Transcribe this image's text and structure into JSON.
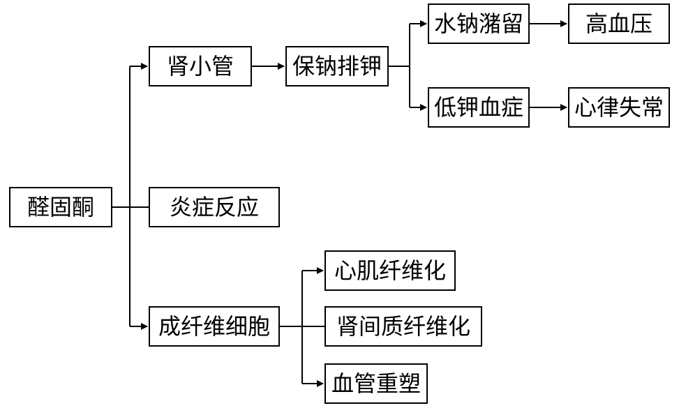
{
  "nodes": {
    "aldosterone": "醛固酮",
    "renal_tubule": "肾小管",
    "sodium_retention_potassium_excretion": "保钠排钾",
    "water_sodium_retention": "水钠潴留",
    "hypertension": "高血压",
    "hypokalemia": "低钾血症",
    "arrhythmia": "心律失常",
    "inflammation": "炎症反应",
    "fibroblast": "成纤维细胞",
    "myocardial_fibrosis": "心肌纤维化",
    "renal_interstitial_fibrosis": "肾间质纤维化",
    "vascular_remodeling": "血管重塑"
  },
  "colors": {
    "line": "#000000",
    "box_border": "#000000",
    "background": "#ffffff"
  }
}
